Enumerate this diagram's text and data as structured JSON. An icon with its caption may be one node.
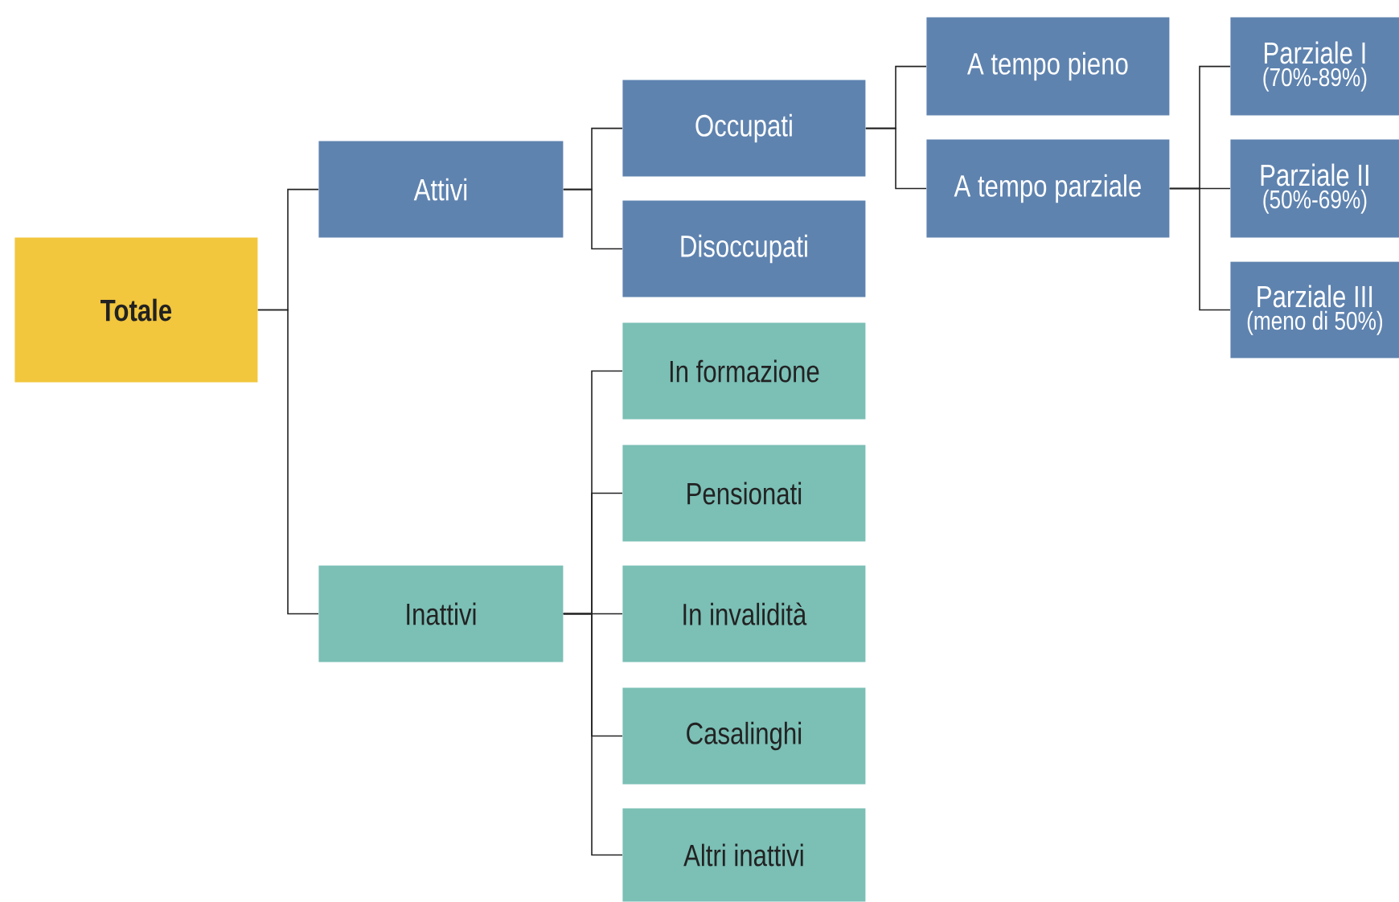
{
  "diagram": {
    "nodes": [
      {
        "text": [
          "Totale"
        ]
      },
      {
        "text": [
          "Attivi"
        ]
      },
      {
        "text": [
          "Inattivi"
        ]
      },
      {
        "text": [
          "Occupati"
        ]
      },
      {
        "text": [
          "Disoccupati"
        ]
      },
      {
        "text": [
          "A tempo pieno"
        ]
      },
      {
        "text": [
          "A tempo parziale"
        ]
      },
      {
        "text": [
          "Parziale I",
          "(70%-89%)"
        ]
      },
      {
        "text": [
          "Parziale II",
          "(50%-69%)"
        ]
      },
      {
        "text": [
          "Parziale III",
          "(meno di 50%)"
        ]
      },
      {
        "text": [
          "In formazione"
        ]
      },
      {
        "text": [
          "Pensionati"
        ]
      },
      {
        "text": [
          "In invalidità"
        ]
      },
      {
        "text": [
          "Casalinghi"
        ]
      },
      {
        "text": [
          "Altri inattivi"
        ]
      }
    ],
    "edges": [
      {
        "from": 0,
        "to": 1,
        "arrow": "none"
      },
      {
        "from": 0,
        "to": 2,
        "arrow": "none"
      },
      {
        "from": 1,
        "to": 3,
        "arrow": "none"
      },
      {
        "from": 1,
        "to": 4,
        "arrow": "none"
      },
      {
        "from": 3,
        "to": 5,
        "arrow": "none"
      },
      {
        "from": 3,
        "to": 6,
        "arrow": "none"
      },
      {
        "from": 6,
        "to": 7,
        "arrow": "none"
      },
      {
        "from": 6,
        "to": 8,
        "arrow": "none"
      },
      {
        "from": 6,
        "to": 9,
        "arrow": "none"
      },
      {
        "from": 2,
        "to": 10,
        "arrow": "none"
      },
      {
        "from": 2,
        "to": 11,
        "arrow": "none"
      },
      {
        "from": 2,
        "to": 12,
        "arrow": "none"
      },
      {
        "from": 2,
        "to": 13,
        "arrow": "none"
      },
      {
        "from": 2,
        "to": 14,
        "arrow": "none"
      }
    ]
  }
}
